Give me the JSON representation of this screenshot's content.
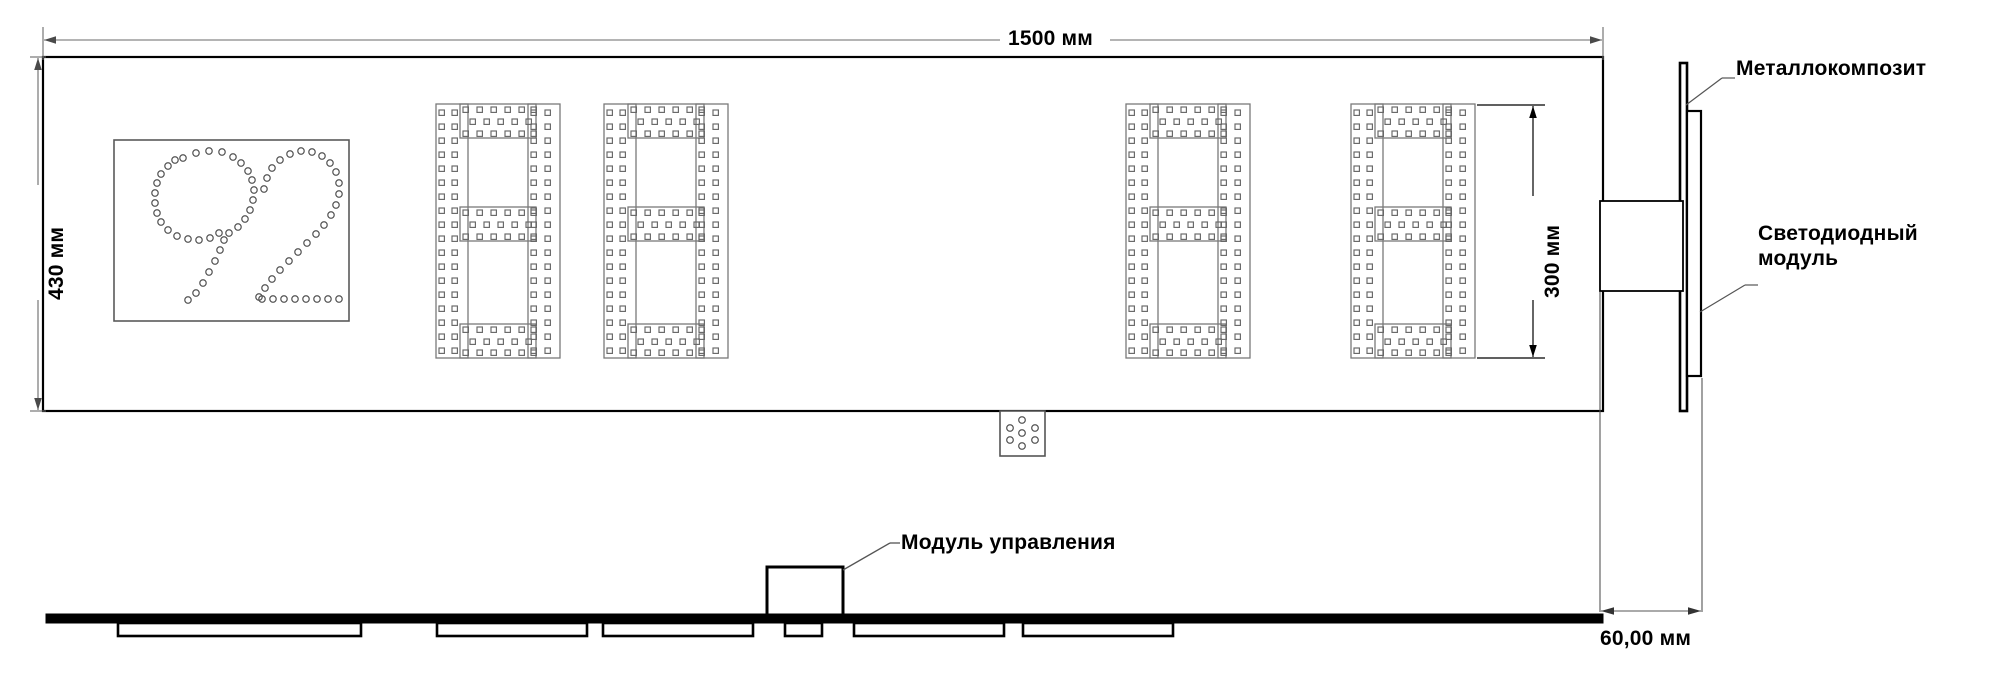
{
  "drawing": {
    "title": "LED clock-thermometer panel technical drawing",
    "units": "мм"
  },
  "dimensions": {
    "width_label": "1500 мм",
    "height_label": "430 мм",
    "digit_height_label": "300 мм",
    "depth_label": "60,00 мм"
  },
  "annotations": {
    "metal_composite": "Металлокомпозит",
    "led_module_line1": "Светодиодный",
    "led_module_line2": "модуль",
    "control_module": "Модуль управления"
  },
  "logo": {
    "text": "92",
    "description": "logo-dot-matrix"
  },
  "display": {
    "digit_count": 4,
    "separator_dots": 7,
    "segments_per_digit": 7
  },
  "colors": {
    "outline": "#000000",
    "thin_line": "#555555",
    "led_dot": "#555555",
    "background": "#ffffff"
  }
}
